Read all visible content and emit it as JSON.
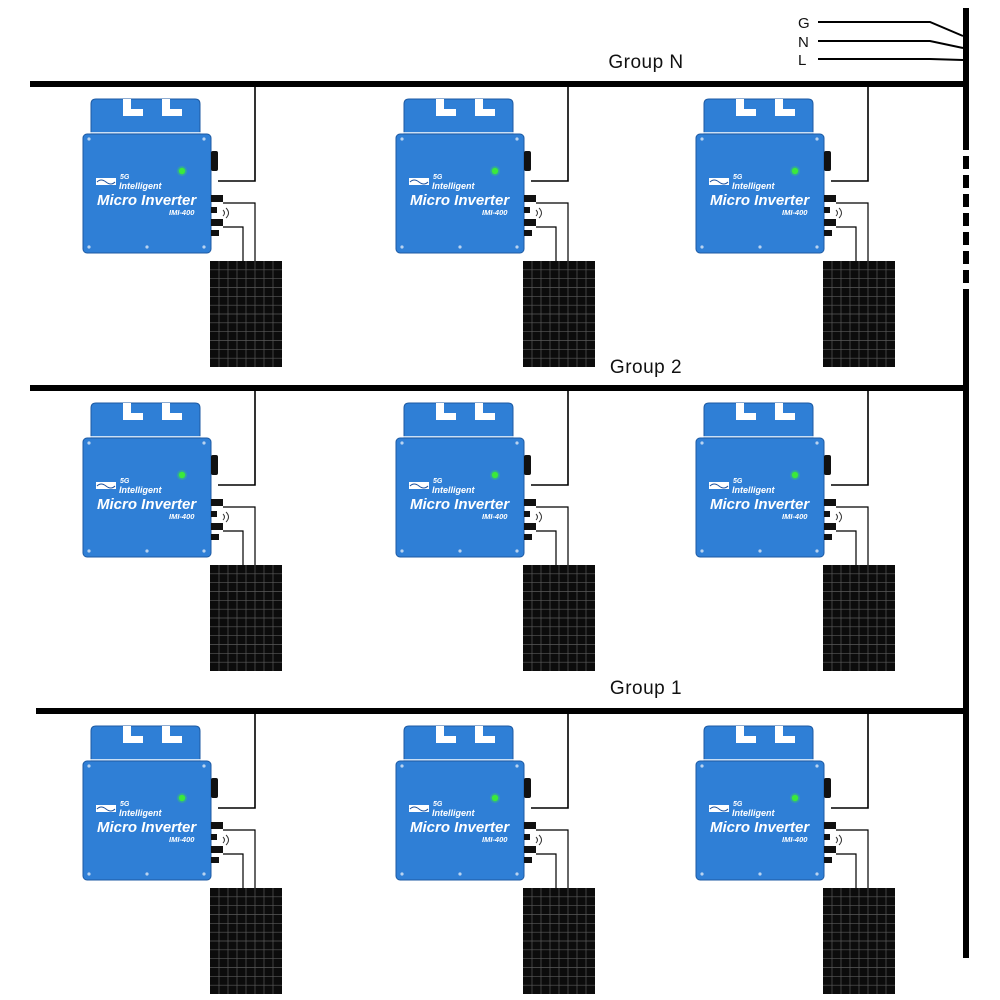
{
  "wires": [
    {
      "label": "G"
    },
    {
      "label": "N"
    },
    {
      "label": "L"
    }
  ],
  "groups": [
    {
      "label": "Group N"
    },
    {
      "label": "Group 2"
    },
    {
      "label": "Group 1"
    }
  ],
  "inverter": {
    "network_badge": "5G",
    "line1": "Intelligent",
    "line2": "Micro Inverter",
    "model": "IMI-400",
    "body_color": "#2f7fd6",
    "led_color": "#3bea3b"
  },
  "units_per_group": 3
}
